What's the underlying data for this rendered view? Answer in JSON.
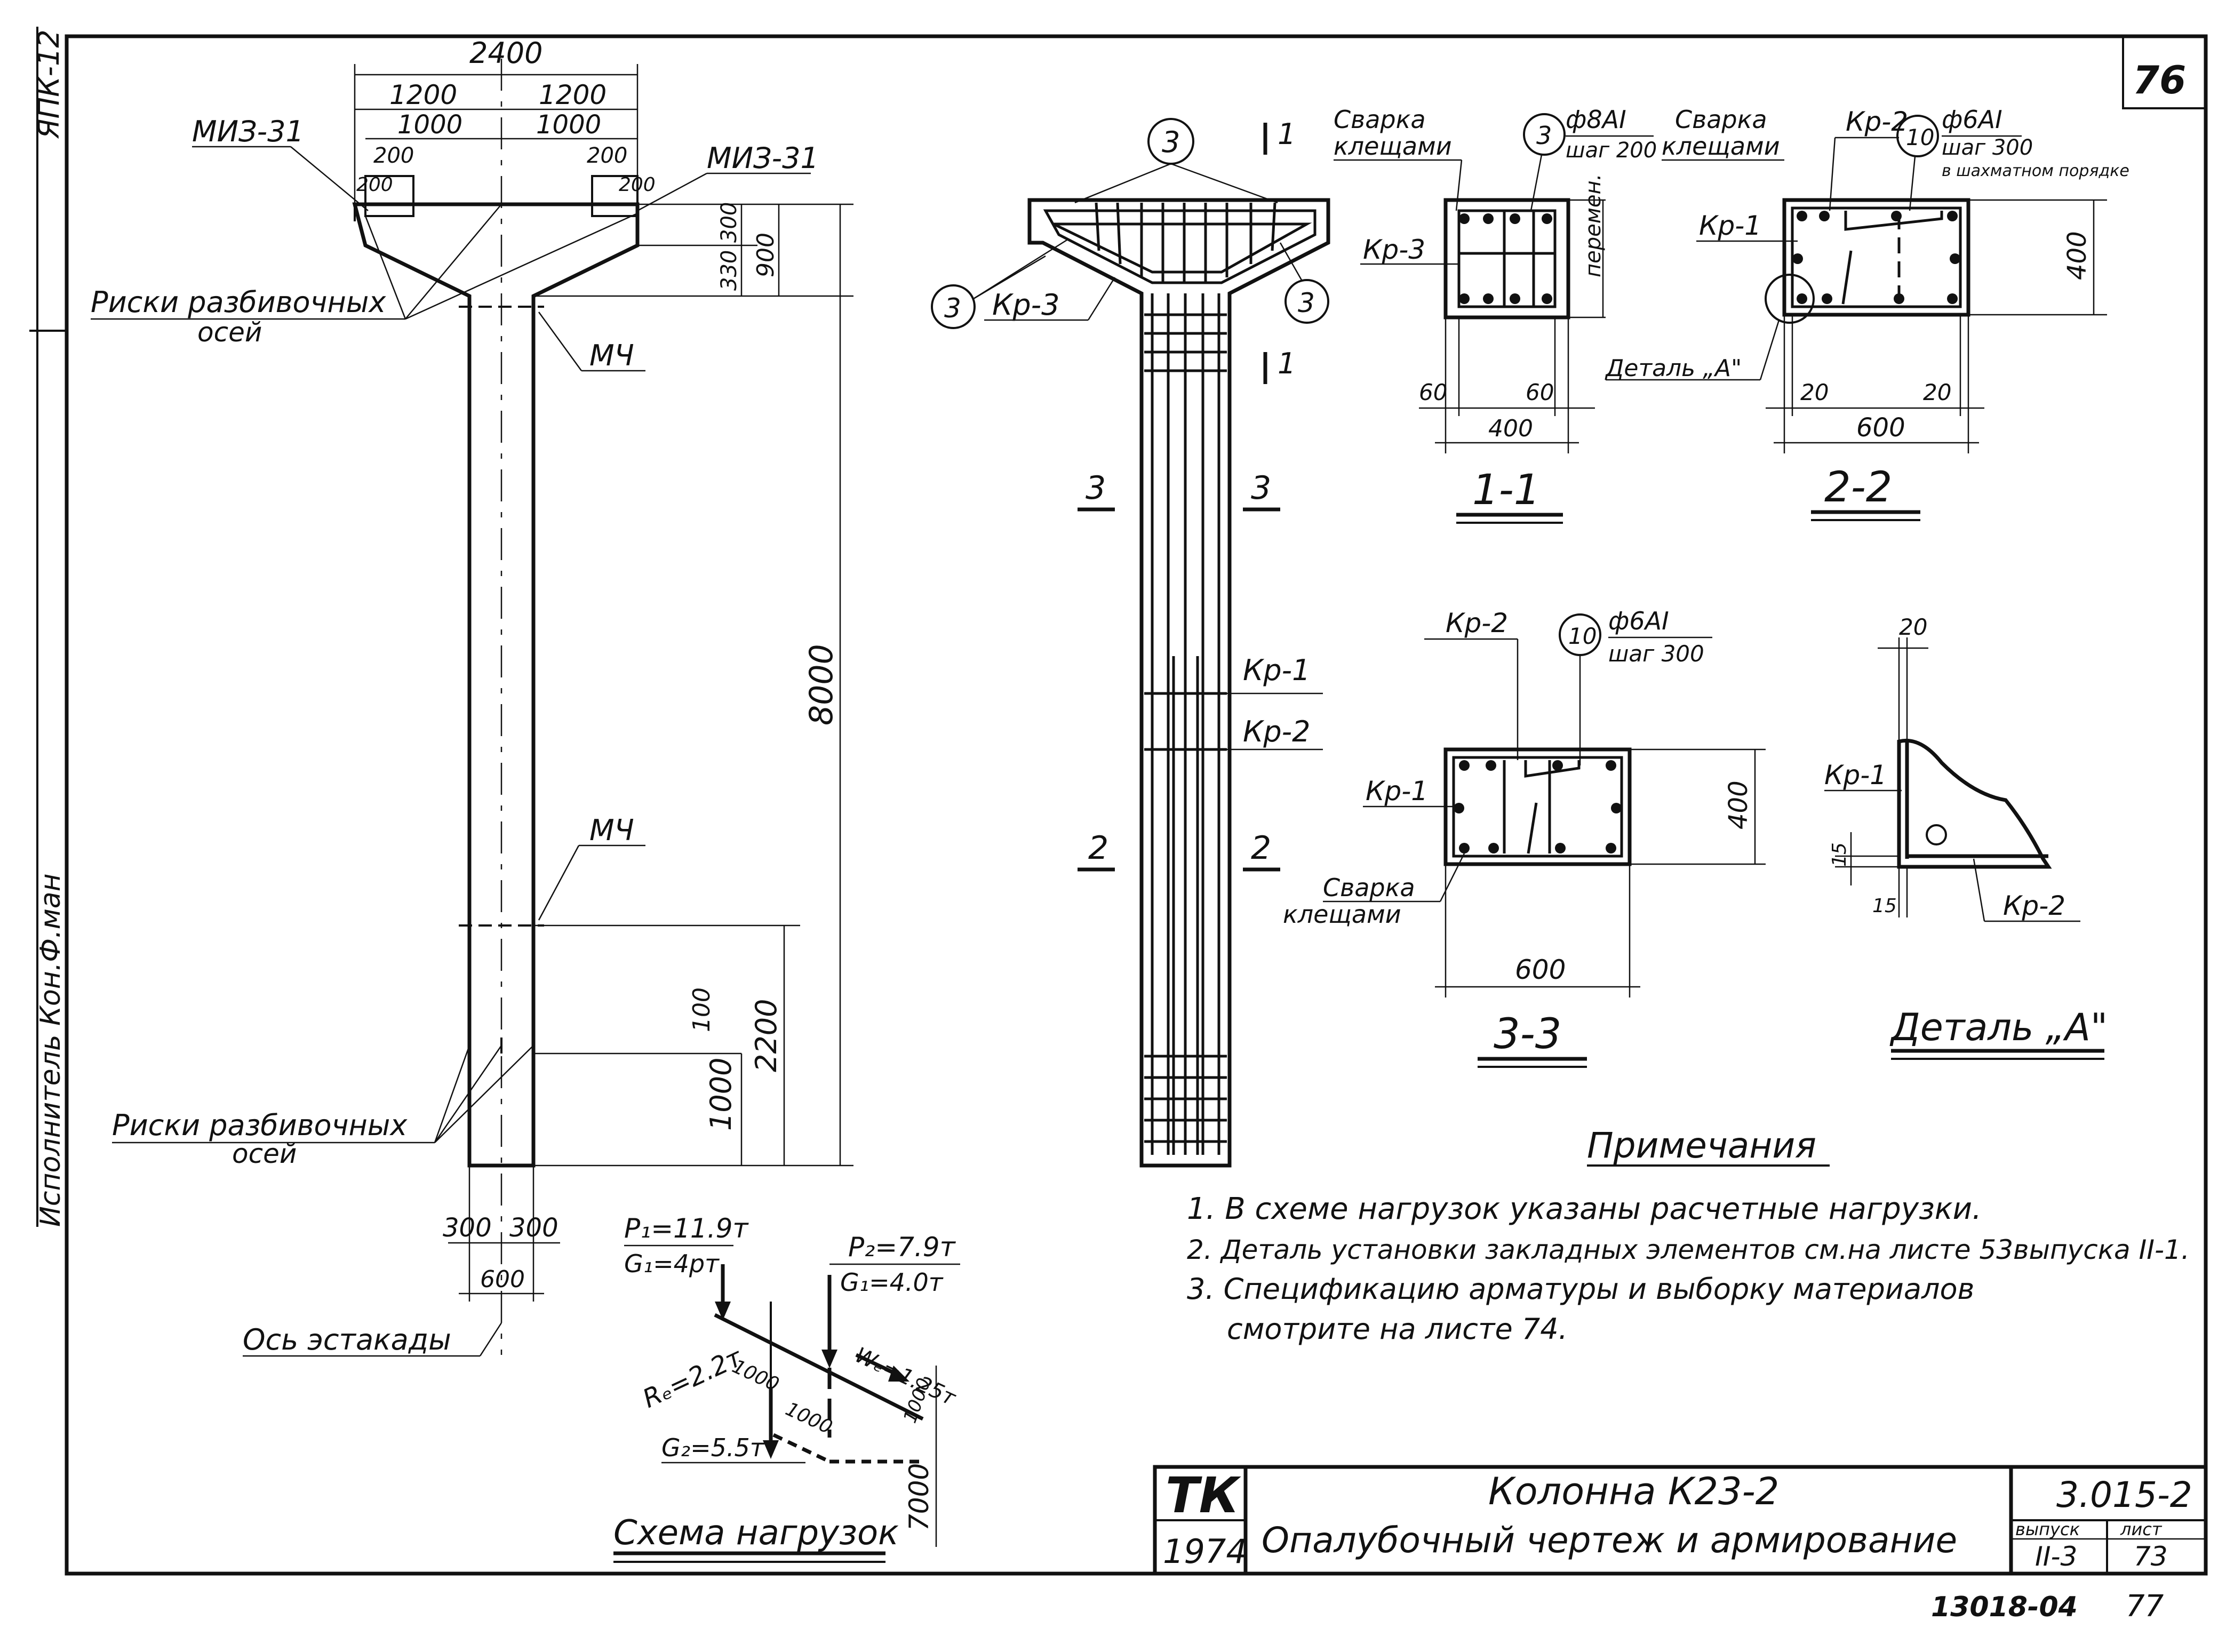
{
  "sheet_number": "76",
  "margin_label": "ЯПК-12",
  "margin_signature": "Исполнитель Кон.Ф.ман",
  "elevation": {
    "dim_2400": "2400",
    "dim_1200_left": "1200",
    "dim_1200_right": "1200",
    "dim_1000_left": "1000",
    "dim_1000_right": "1000",
    "dim_200_a": "200",
    "dim_200_b": "200",
    "dim_200_c": "200",
    "dim_200_d": "200",
    "miz_left": "МИЗ-31",
    "miz_right": "МИЗ-31",
    "dim_300": "300",
    "dim_330": "330",
    "dim_900": "900",
    "riski_top_line1": "Риски разбивочных",
    "riski_top_line2": "осей",
    "mch_top": "МЧ",
    "dim_8000": "8000",
    "mch_bottom": "МЧ",
    "dim_100": "100",
    "dim_2200": "2200",
    "dim_1000": "1000",
    "riski_bottom_line1": "Риски разбивочных",
    "riski_bottom_line2": "осей",
    "dim_300_left": "300",
    "dim_300_right": "300",
    "dim_600": "600",
    "axis_label": "Ось эстакады"
  },
  "reinforcement": {
    "callout_3_top": "3",
    "callout_3_left": "3",
    "callout_3_right": "3",
    "kp3": "Кр-3",
    "sec_1_top": "1",
    "sec_1_bottom": "1",
    "sec_3_left": "3",
    "sec_3_right": "3",
    "kp1": "Кр-1",
    "kp2": "Кр-2",
    "sec_2_left": "2",
    "sec_2_right": "2"
  },
  "section_1_1": {
    "weld_line1": "Сварка",
    "weld_line2": "клещами",
    "callout": "3",
    "bar_spec": "ф8АI",
    "step": "шаг 200",
    "kp3": "Кр-3",
    "variable": "перемен.",
    "dim_60_left": "60",
    "dim_60_right": "60",
    "dim_400": "400",
    "title": "1-1"
  },
  "section_2_2": {
    "weld_line1": "Сварка",
    "weld_line2": "клещами",
    "kp2": "Кр-2",
    "callout": "10",
    "bar_spec": "ф6АI",
    "step": "шаг 300",
    "pattern": "в шахматном порядке",
    "kp1": "Кр-1",
    "dim_400": "400",
    "detail_ref": "Деталь „А\"",
    "dim_20_left": "20",
    "dim_20_right": "20",
    "dim_600": "600",
    "title": "2-2"
  },
  "section_3_3": {
    "kp2": "Кр-2",
    "callout": "10",
    "bar_spec": "ф6АI",
    "step": "шаг 300",
    "kp1": "Кр-1",
    "dim_400": "400",
    "weld_line1": "Сварка",
    "weld_line2": "клещами",
    "dim_600": "600",
    "title": "3-3"
  },
  "detail_a": {
    "dim_20": "20",
    "kp1": "Кр-1",
    "dim_15_a": "15",
    "dim_15_b": "15",
    "kp2": "Кр-2",
    "title": "Деталь „А\""
  },
  "notes": {
    "title": "Примечания",
    "items": [
      "1. В схеме нагрузок указаны расчетные нагрузки.",
      "2. Деталь установки закладных элементов см.на листе 53выпуска II-1.",
      "3. Спецификацию арматуры и выборку материалов",
      "смотрите на листе 74."
    ]
  },
  "load_scheme": {
    "p1": "P₁=11.9т",
    "g1": "G₁=4рт",
    "p2": "P₂=7.9т",
    "g1b": "G₁=4.0т",
    "r": "Rₑ=2.2т",
    "w": "Wₑ=1.25т",
    "dim_1000_a": "1000",
    "dim_1000_b": "1000",
    "dim_1000_c": "1000",
    "g2": "G₂=5.5т",
    "dim_7000": "7000",
    "title": "Схема нагрузок"
  },
  "title_block": {
    "org": "ТК",
    "year": "1974",
    "name": "Колонна К23-2",
    "subtitle": "Опалубочный чертеж и армирование",
    "series": "3.015-2",
    "issue_label": "выпуск",
    "sheet_label": "лист",
    "issue": "II-3",
    "sheet": "73"
  },
  "footer_code": "13018-04",
  "footer_page": "77"
}
